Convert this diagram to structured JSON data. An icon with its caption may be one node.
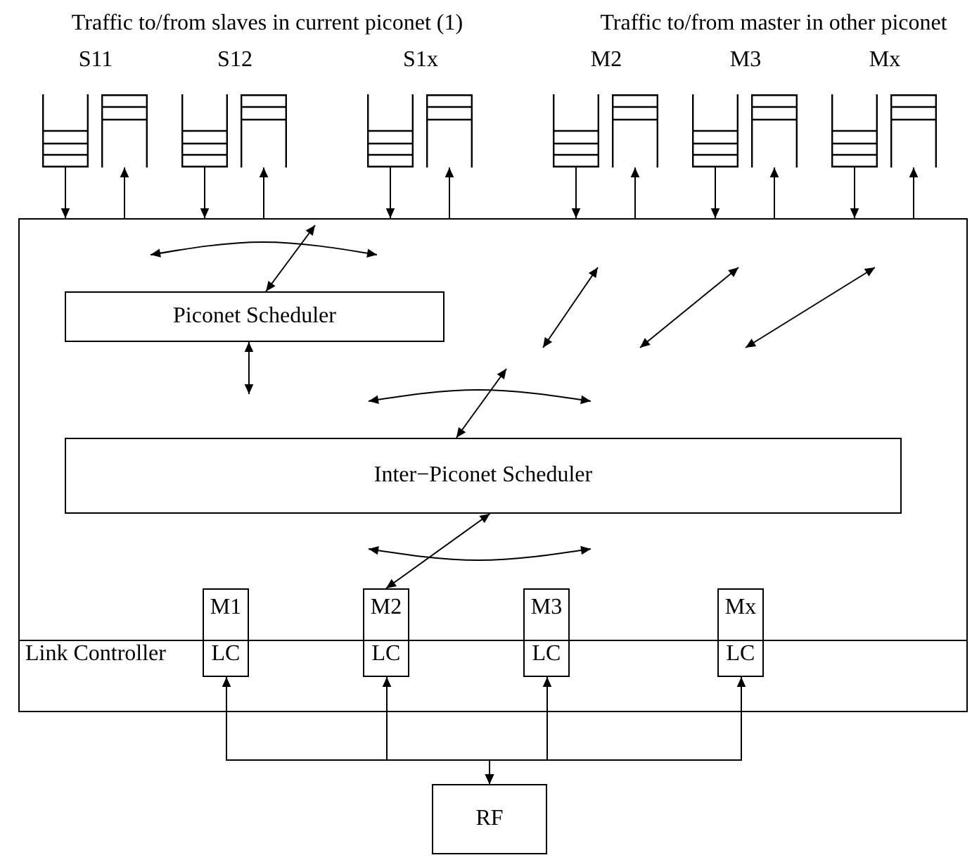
{
  "diagram": {
    "nodes": [
      {
        "text": [],
        "shape": "queue"
      },
      {
        "text": [],
        "shape": "queue"
      },
      {
        "text": [],
        "shape": "queue"
      },
      {
        "text": [],
        "shape": "queue"
      },
      {
        "text": [],
        "shape": "queue"
      },
      {
        "text": [],
        "shape": "queue"
      },
      {
        "text": [],
        "shape": "queue"
      },
      {
        "text": [],
        "shape": "queue"
      },
      {
        "text": [],
        "shape": "queue"
      },
      {
        "text": [],
        "shape": "queue"
      },
      {
        "text": [],
        "shape": "queue"
      },
      {
        "text": [],
        "shape": "queue"
      },
      {
        "text": [],
        "shape": "box"
      },
      {
        "text": [
          "Piconet Scheduler"
        ],
        "in": 12
      },
      {
        "text": [
          "Inter−Piconet Scheduler"
        ],
        "in": 12
      },
      {
        "text": [
          "M1",
          "LC"
        ],
        "in": 12
      },
      {
        "text": [
          "M2",
          "LC"
        ],
        "in": 12
      },
      {
        "text": [
          "M3",
          "LC"
        ],
        "in": 12
      },
      {
        "text": [
          "Mx",
          "LC"
        ],
        "in": 12
      },
      {
        "text": [
          "RF"
        ]
      }
    ],
    "edges": [
      {
        "from": 0,
        "to": 12,
        "arrow": "to"
      },
      {
        "from": 12,
        "to": 1,
        "arrow": "to"
      },
      {
        "from": 2,
        "to": 12,
        "arrow": "to"
      },
      {
        "from": 12,
        "to": 3,
        "arrow": "to"
      },
      {
        "from": 4,
        "to": 12,
        "arrow": "to"
      },
      {
        "from": 12,
        "to": 5,
        "arrow": "to"
      },
      {
        "from": 6,
        "to": 12,
        "arrow": "to"
      },
      {
        "from": 12,
        "to": 7,
        "arrow": "to"
      },
      {
        "from": 8,
        "to": 12,
        "arrow": "to"
      },
      {
        "from": 12,
        "to": 9,
        "arrow": "to"
      },
      {
        "from": 10,
        "to": 12,
        "arrow": "to"
      },
      {
        "from": 12,
        "to": 11,
        "arrow": "to"
      },
      {
        "from": 13,
        "to": null,
        "arrow": "both"
      },
      {
        "from": 13,
        "to": null,
        "arrow": "both"
      },
      {
        "from": 14,
        "to": null,
        "arrow": "both"
      },
      {
        "from": 14,
        "to": 16,
        "arrow": "both"
      },
      {
        "from": 15,
        "to": 19,
        "arrow": "both"
      },
      {
        "from": 16,
        "to": 19,
        "arrow": "both"
      },
      {
        "from": 17,
        "to": 19,
        "arrow": "both"
      },
      {
        "from": 18,
        "to": 19,
        "arrow": "both"
      }
    ],
    "labels": [
      "Traffic to/from slaves in current piconet (1)",
      "Traffic to/from master in other piconet",
      "S11",
      "S12",
      "S1x",
      "M2",
      "M3",
      "Mx",
      "Link Controller"
    ]
  }
}
